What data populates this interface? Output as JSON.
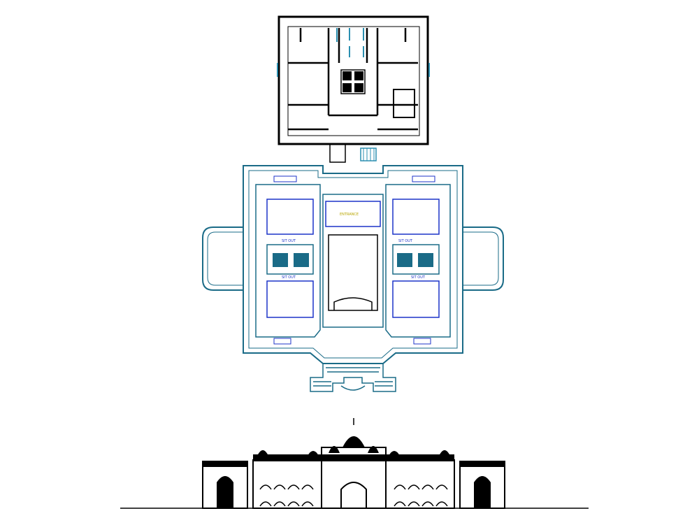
{
  "drawing": {
    "views": [
      {
        "id": "upper-floor-plan",
        "kind": "floor-plan"
      },
      {
        "id": "ground-floor-plan",
        "kind": "floor-plan"
      },
      {
        "id": "front-elevation",
        "kind": "elevation"
      }
    ]
  },
  "colors": {
    "line": "#000000",
    "wall": "#1a6b87",
    "wall_light": "#2b8fb0",
    "detail": "#1c33c9",
    "label": "#b8a600",
    "background": "#ffffff"
  },
  "labels": {
    "sit_out_upper_left": "SIT OUT",
    "sit_out_lower_left": "SIT OUT",
    "sit_out_upper_right": "SIT OUT",
    "sit_out_lower_right": "SIT OUT",
    "entrance": "ENTRANCE"
  }
}
